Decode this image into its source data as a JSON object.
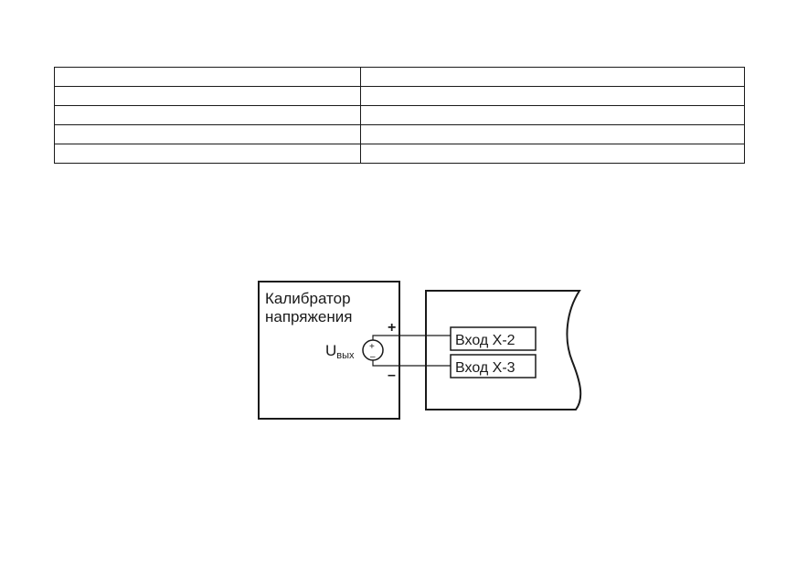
{
  "table": {
    "rows": [
      [
        "",
        ""
      ],
      [
        "",
        ""
      ],
      [
        "",
        ""
      ],
      [
        "",
        ""
      ],
      [
        "",
        ""
      ]
    ]
  },
  "calibrator": {
    "title_line1": "Калибратор",
    "title_line2": "напряжения",
    "output_symbol": "U",
    "output_subscript": "вых",
    "plus": "+",
    "minus": "–",
    "source_plus": "+",
    "source_minus": "–"
  },
  "device": {
    "inputs": [
      {
        "label": "Вход Х-2"
      },
      {
        "label": "Вход Х-3"
      }
    ]
  }
}
